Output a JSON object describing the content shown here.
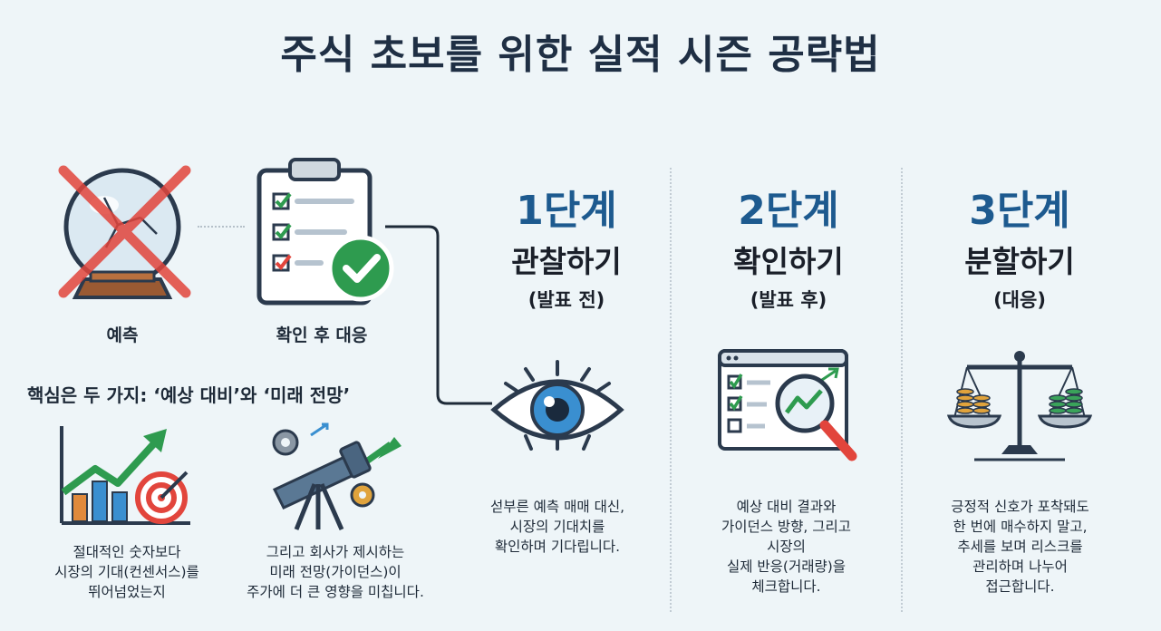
{
  "title": "주식 초보를 위한 실적 시즌 공략법",
  "left": {
    "prediction_label": "예측",
    "confirm_label": "확인 후 대응",
    "key_heading": "핵심은 두 가지: ‘예상 대비’와 ‘미래 전망’",
    "point1": "절대적인 숫자보다\n시장의 기대(컨센서스)를\n뛰어넘었는지",
    "point2": "그리고 회사가 제시하는\n미래 전망(가이던스)이\n주가에 더 큰 영향을 미칩니다."
  },
  "stages": [
    {
      "num": "1단계",
      "name": "관찰하기",
      "sub": "(발표 전)",
      "desc": "섣부른 예측 매매 대신,\n시장의 기대치를\n확인하며 기다립니다."
    },
    {
      "num": "2단계",
      "name": "확인하기",
      "sub": "(발표 후)",
      "desc": "예상 대비 결과와\n가이던스 방향, 그리고\n시장의\n실제 반응(거래량)을\n체크합니다."
    },
    {
      "num": "3단계",
      "name": "분할하기",
      "sub": "(대응)",
      "desc": "긍정적 신호가 포착돼도\n한 번에 매수하지 말고,\n추세를 보며 리스크를\n관리하며 나누어\n접근합니다."
    }
  ],
  "colors": {
    "accent_blue": "#1d5a8f",
    "red": "#e2453c",
    "green": "#2e9b4f",
    "navy": "#1f3550"
  },
  "icons": [
    "crystal-ball-icon",
    "checklist-icon",
    "eye-icon",
    "chart-magnifier-icon",
    "balance-scale-icon",
    "growth-chart-icon",
    "telescope-icon"
  ]
}
